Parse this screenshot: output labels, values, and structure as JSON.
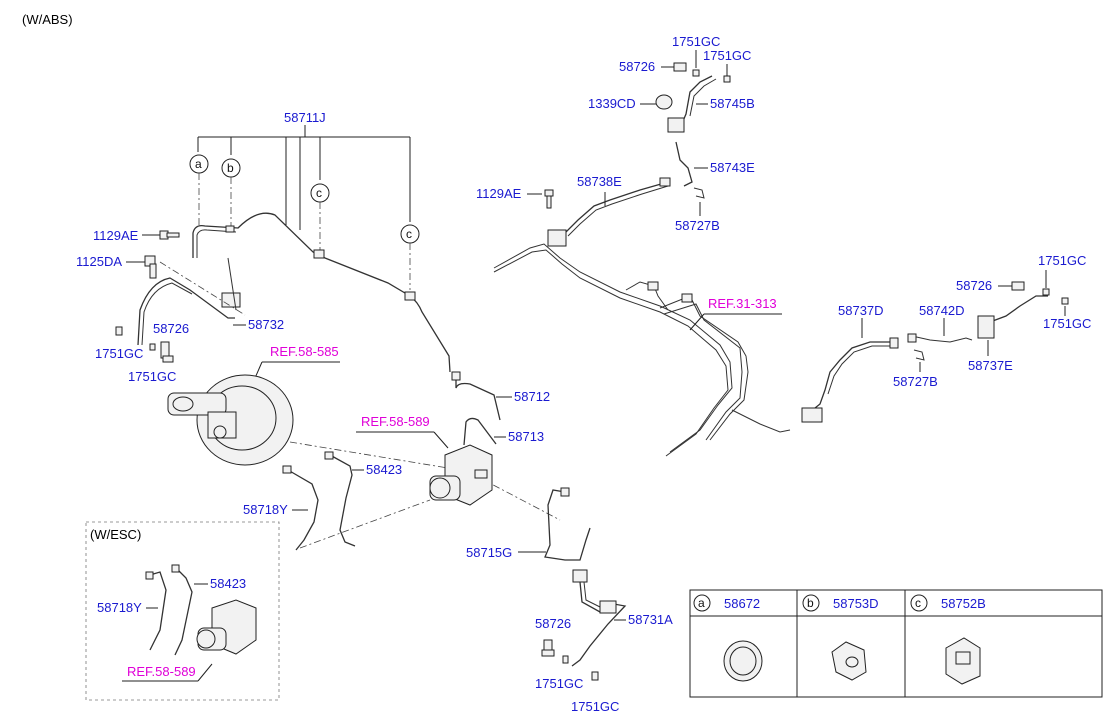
{
  "header": {
    "variant": "(W/ABS)"
  },
  "esc_box": {
    "label": "(W/ESC)"
  },
  "callouts": {
    "p58711J": "58711J",
    "p1129AE_left": "1129AE",
    "p1125DA": "1125DA",
    "p58726_left": "58726",
    "p1751GC_left_a": "1751GC",
    "p1751GC_left_b": "1751GC",
    "p58732": "58732",
    "ref_58_585": "REF.58-585",
    "p58712": "58712",
    "ref_58_589_main": "REF.58-589",
    "p58713": "58713",
    "p58423_main": "58423",
    "p58718Y_main": "58718Y",
    "p58715G": "58715G",
    "p58726_bottom": "58726",
    "p58731A": "58731A",
    "p1751GC_bottom_a": "1751GC",
    "p1751GC_bottom_b": "1751GC",
    "p58423_esc": "58423",
    "p58718Y_esc": "58718Y",
    "ref_58_589_esc": "REF.58-589",
    "p1751GC_top_a": "1751GC",
    "p1751GC_top_b": "1751GC",
    "p58726_top": "58726",
    "p1339CD": "1339CD",
    "p58745B": "58745B",
    "p58743E": "58743E",
    "p1129AE_top": "1129AE",
    "p58738E": "58738E",
    "p58727B_top": "58727B",
    "ref_31_313": "REF.31-313",
    "p1751GC_right_a": "1751GC",
    "p58726_right": "58726",
    "p1751GC_right_b": "1751GC",
    "p58737D": "58737D",
    "p58742D": "58742D",
    "p58727B_right": "58727B",
    "p58737E": "58737E"
  },
  "circle_letters": {
    "a": "a",
    "b": "b",
    "c": "c"
  },
  "legend": {
    "items": [
      {
        "letter": "a",
        "part": "58672"
      },
      {
        "letter": "b",
        "part": "58753D"
      },
      {
        "letter": "c",
        "part": "58752B"
      }
    ]
  },
  "colors": {
    "part_number": "#1a1ad0",
    "reference": "#e000d8",
    "line": "#222222"
  }
}
